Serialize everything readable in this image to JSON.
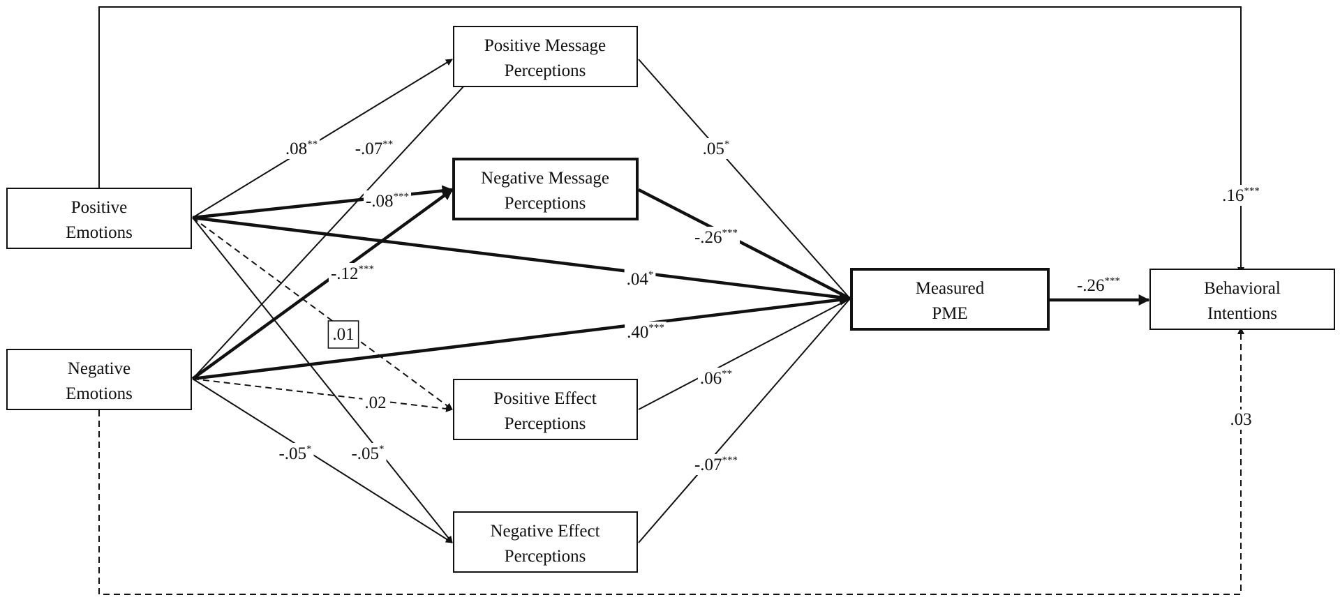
{
  "nodes": {
    "positive_emotions": {
      "lines": [
        "Positive",
        "Emotions"
      ],
      "emphasis": false
    },
    "negative_emotions": {
      "lines": [
        "Negative",
        "Emotions"
      ],
      "emphasis": false
    },
    "positive_message": {
      "lines": [
        "Positive Message",
        "Perceptions"
      ],
      "emphasis": false
    },
    "negative_message": {
      "lines": [
        "Negative Message",
        "Perceptions"
      ],
      "emphasis": true
    },
    "positive_effect": {
      "lines": [
        "Positive Effect",
        "Perceptions"
      ],
      "emphasis": false
    },
    "negative_effect": {
      "lines": [
        "Negative Effect",
        "Perceptions"
      ],
      "emphasis": false
    },
    "measured_pme": {
      "lines": [
        "Measured",
        "PME"
      ],
      "emphasis": true
    },
    "behavioral_intentions": {
      "lines": [
        "Behavioral",
        "Intentions"
      ],
      "emphasis": false
    }
  },
  "paths": [
    {
      "id": "pe_pmp",
      "from": "positive_emotions",
      "to": "positive_message",
      "coef": ".08",
      "stars": "**",
      "style": "solid"
    },
    {
      "id": "ne_pmp",
      "from": "negative_emotions",
      "to": "positive_message",
      "coef": "-.07",
      "stars": "**",
      "style": "solid"
    },
    {
      "id": "pe_nmp",
      "from": "positive_emotions",
      "to": "negative_message",
      "coef": "-.08",
      "stars": "***",
      "style": "bold"
    },
    {
      "id": "ne_nmp",
      "from": "negative_emotions",
      "to": "negative_message",
      "coef": "-.12",
      "stars": "***",
      "style": "bold"
    },
    {
      "id": "pe_pep",
      "from": "positive_emotions",
      "to": "positive_effect",
      "coef": ".01",
      "stars": "",
      "style": "dashed",
      "boxed": true
    },
    {
      "id": "ne_pep",
      "from": "negative_emotions",
      "to": "positive_effect",
      "coef": ".02",
      "stars": "",
      "style": "dashed"
    },
    {
      "id": "pe_nep",
      "from": "positive_emotions",
      "to": "negative_effect",
      "coef": "-.05",
      "stars": "*",
      "style": "solid"
    },
    {
      "id": "ne_nep",
      "from": "negative_emotions",
      "to": "negative_effect",
      "coef": "-.05",
      "stars": "*",
      "style": "solid"
    },
    {
      "id": "pe_pme",
      "from": "positive_emotions",
      "to": "measured_pme",
      "coef": ".04",
      "stars": "*",
      "style": "bold"
    },
    {
      "id": "ne_pme",
      "from": "negative_emotions",
      "to": "measured_pme",
      "coef": ".40",
      "stars": "***",
      "style": "bold"
    },
    {
      "id": "pmp_pme",
      "from": "positive_message",
      "to": "measured_pme",
      "coef": ".05",
      "stars": "*",
      "style": "solid"
    },
    {
      "id": "nmp_pme",
      "from": "negative_message",
      "to": "measured_pme",
      "coef": "-.26",
      "stars": "***",
      "style": "bold"
    },
    {
      "id": "pep_pme",
      "from": "positive_effect",
      "to": "measured_pme",
      "coef": ".06",
      "stars": "**",
      "style": "solid"
    },
    {
      "id": "nep_pme",
      "from": "negative_effect",
      "to": "measured_pme",
      "coef": "-.07",
      "stars": "***",
      "style": "solid"
    },
    {
      "id": "pme_bi",
      "from": "measured_pme",
      "to": "behavioral_intentions",
      "coef": "-.26",
      "stars": "***",
      "style": "bold"
    },
    {
      "id": "pe_bi",
      "from": "positive_emotions",
      "to": "behavioral_intentions",
      "coef": ".16",
      "stars": "***",
      "style": "solid",
      "routed": "top"
    },
    {
      "id": "ne_bi",
      "from": "negative_emotions",
      "to": "behavioral_intentions",
      "coef": ".03",
      "stars": "",
      "style": "dashed",
      "routed": "bottom"
    }
  ]
}
